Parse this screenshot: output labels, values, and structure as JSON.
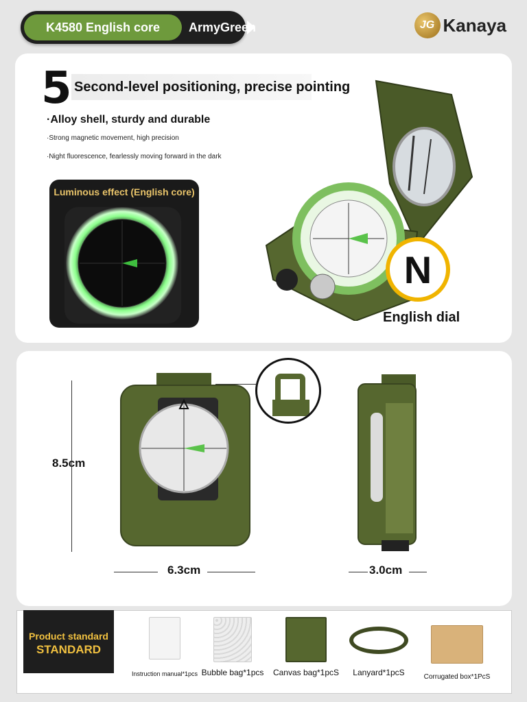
{
  "header": {
    "model_label": "K4580 English core",
    "color_label": "ArmyGreen",
    "brand_mark": "JG",
    "brand_name": "Kanaya"
  },
  "feature": {
    "number": "5",
    "headline": "Second-level positioning, precise pointing",
    "bullets": [
      "·Alloy shell, sturdy and durable",
      "·Strong magnetic movement, high precision",
      "·Night fluorescence, fearlessly moving forward in the dark"
    ],
    "luminous_caption": "Luminous effect (English core)",
    "dial_letter": "N",
    "dial_caption": "English dial"
  },
  "dimensions": {
    "height": "8.5cm",
    "width": "6.3cm",
    "depth": "3.0cm"
  },
  "package": {
    "standard_line1": "Product standard",
    "standard_line2": "STANDARD",
    "items": [
      "Instruction manual*1pcs",
      "Bubble bag*1pcs",
      "Canvas bag*1pcS",
      "Lanyard*1pcS",
      "Corrugated box*1PcS"
    ]
  },
  "colors": {
    "army_green": "#56672f",
    "accent_green": "#6e9a3c",
    "accent_yellow": "#f0c040"
  }
}
